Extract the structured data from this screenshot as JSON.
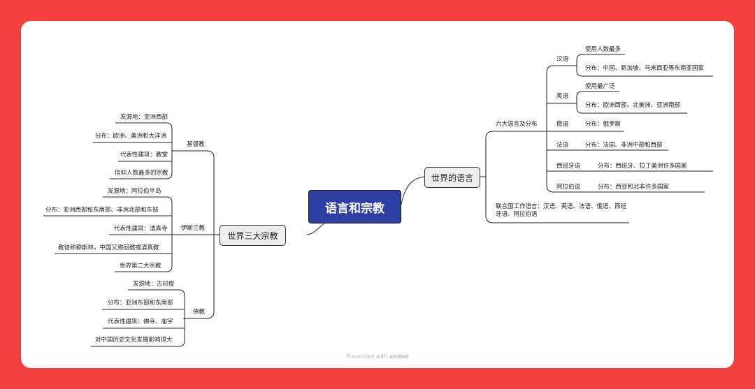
{
  "mindmap": {
    "root": "语言和宗教",
    "languages": {
      "title": "世界的语言",
      "six": {
        "title": "六大语言及分布",
        "items": [
          {
            "name": "汉语",
            "facts": [
              "使用人数最多",
              "分布：中国、新加坡、马来西亚等东南亚国家"
            ]
          },
          {
            "name": "英语",
            "facts": [
              "使用最广泛",
              "分布：欧洲西部、北美洲、亚洲南部"
            ]
          },
          {
            "name": "俄语",
            "facts": [
              "分布：俄罗斯"
            ]
          },
          {
            "name": "法语",
            "facts": [
              "分布：法国、非洲中部和西部"
            ]
          },
          {
            "name": "西班牙语",
            "facts": [
              "分布：西班牙、拉丁美洲许多国家"
            ]
          },
          {
            "name": "阿拉伯语",
            "facts": [
              "分布：西亚和北非许多国家"
            ]
          }
        ]
      },
      "un": "联合国工作语言：汉语、英语、法语、俄语、西班牙语、阿拉伯语"
    },
    "religions": {
      "title": "世界三大宗教",
      "items": [
        {
          "name": "基督教",
          "facts": [
            "发源地：亚洲西部",
            "分布：欧洲、美洲和大洋洲",
            "代表性建筑：教堂",
            "信仰人数最多的宗教"
          ]
        },
        {
          "name": "伊斯兰教",
          "facts": [
            "发源地：阿拉伯半岛",
            "分布：亚洲西部和东南部、非洲北部和东部",
            "代表性建筑：清真寺",
            "教徒称穆斯林，中国又称回教或清真教",
            "世界第二大宗教"
          ]
        },
        {
          "name": "佛教",
          "facts": [
            "发源地：古印度",
            "分布：亚洲东部和东南部",
            "代表性建筑：佛寺、庙宇",
            "对中国历史文化发展影响很大"
          ]
        }
      ]
    }
  },
  "footer": {
    "prefix": "Presented with",
    "brand": "xmind"
  },
  "colors": {
    "background": "#f5413d",
    "root_fill": "#2d3fa3",
    "line": "#222222"
  }
}
